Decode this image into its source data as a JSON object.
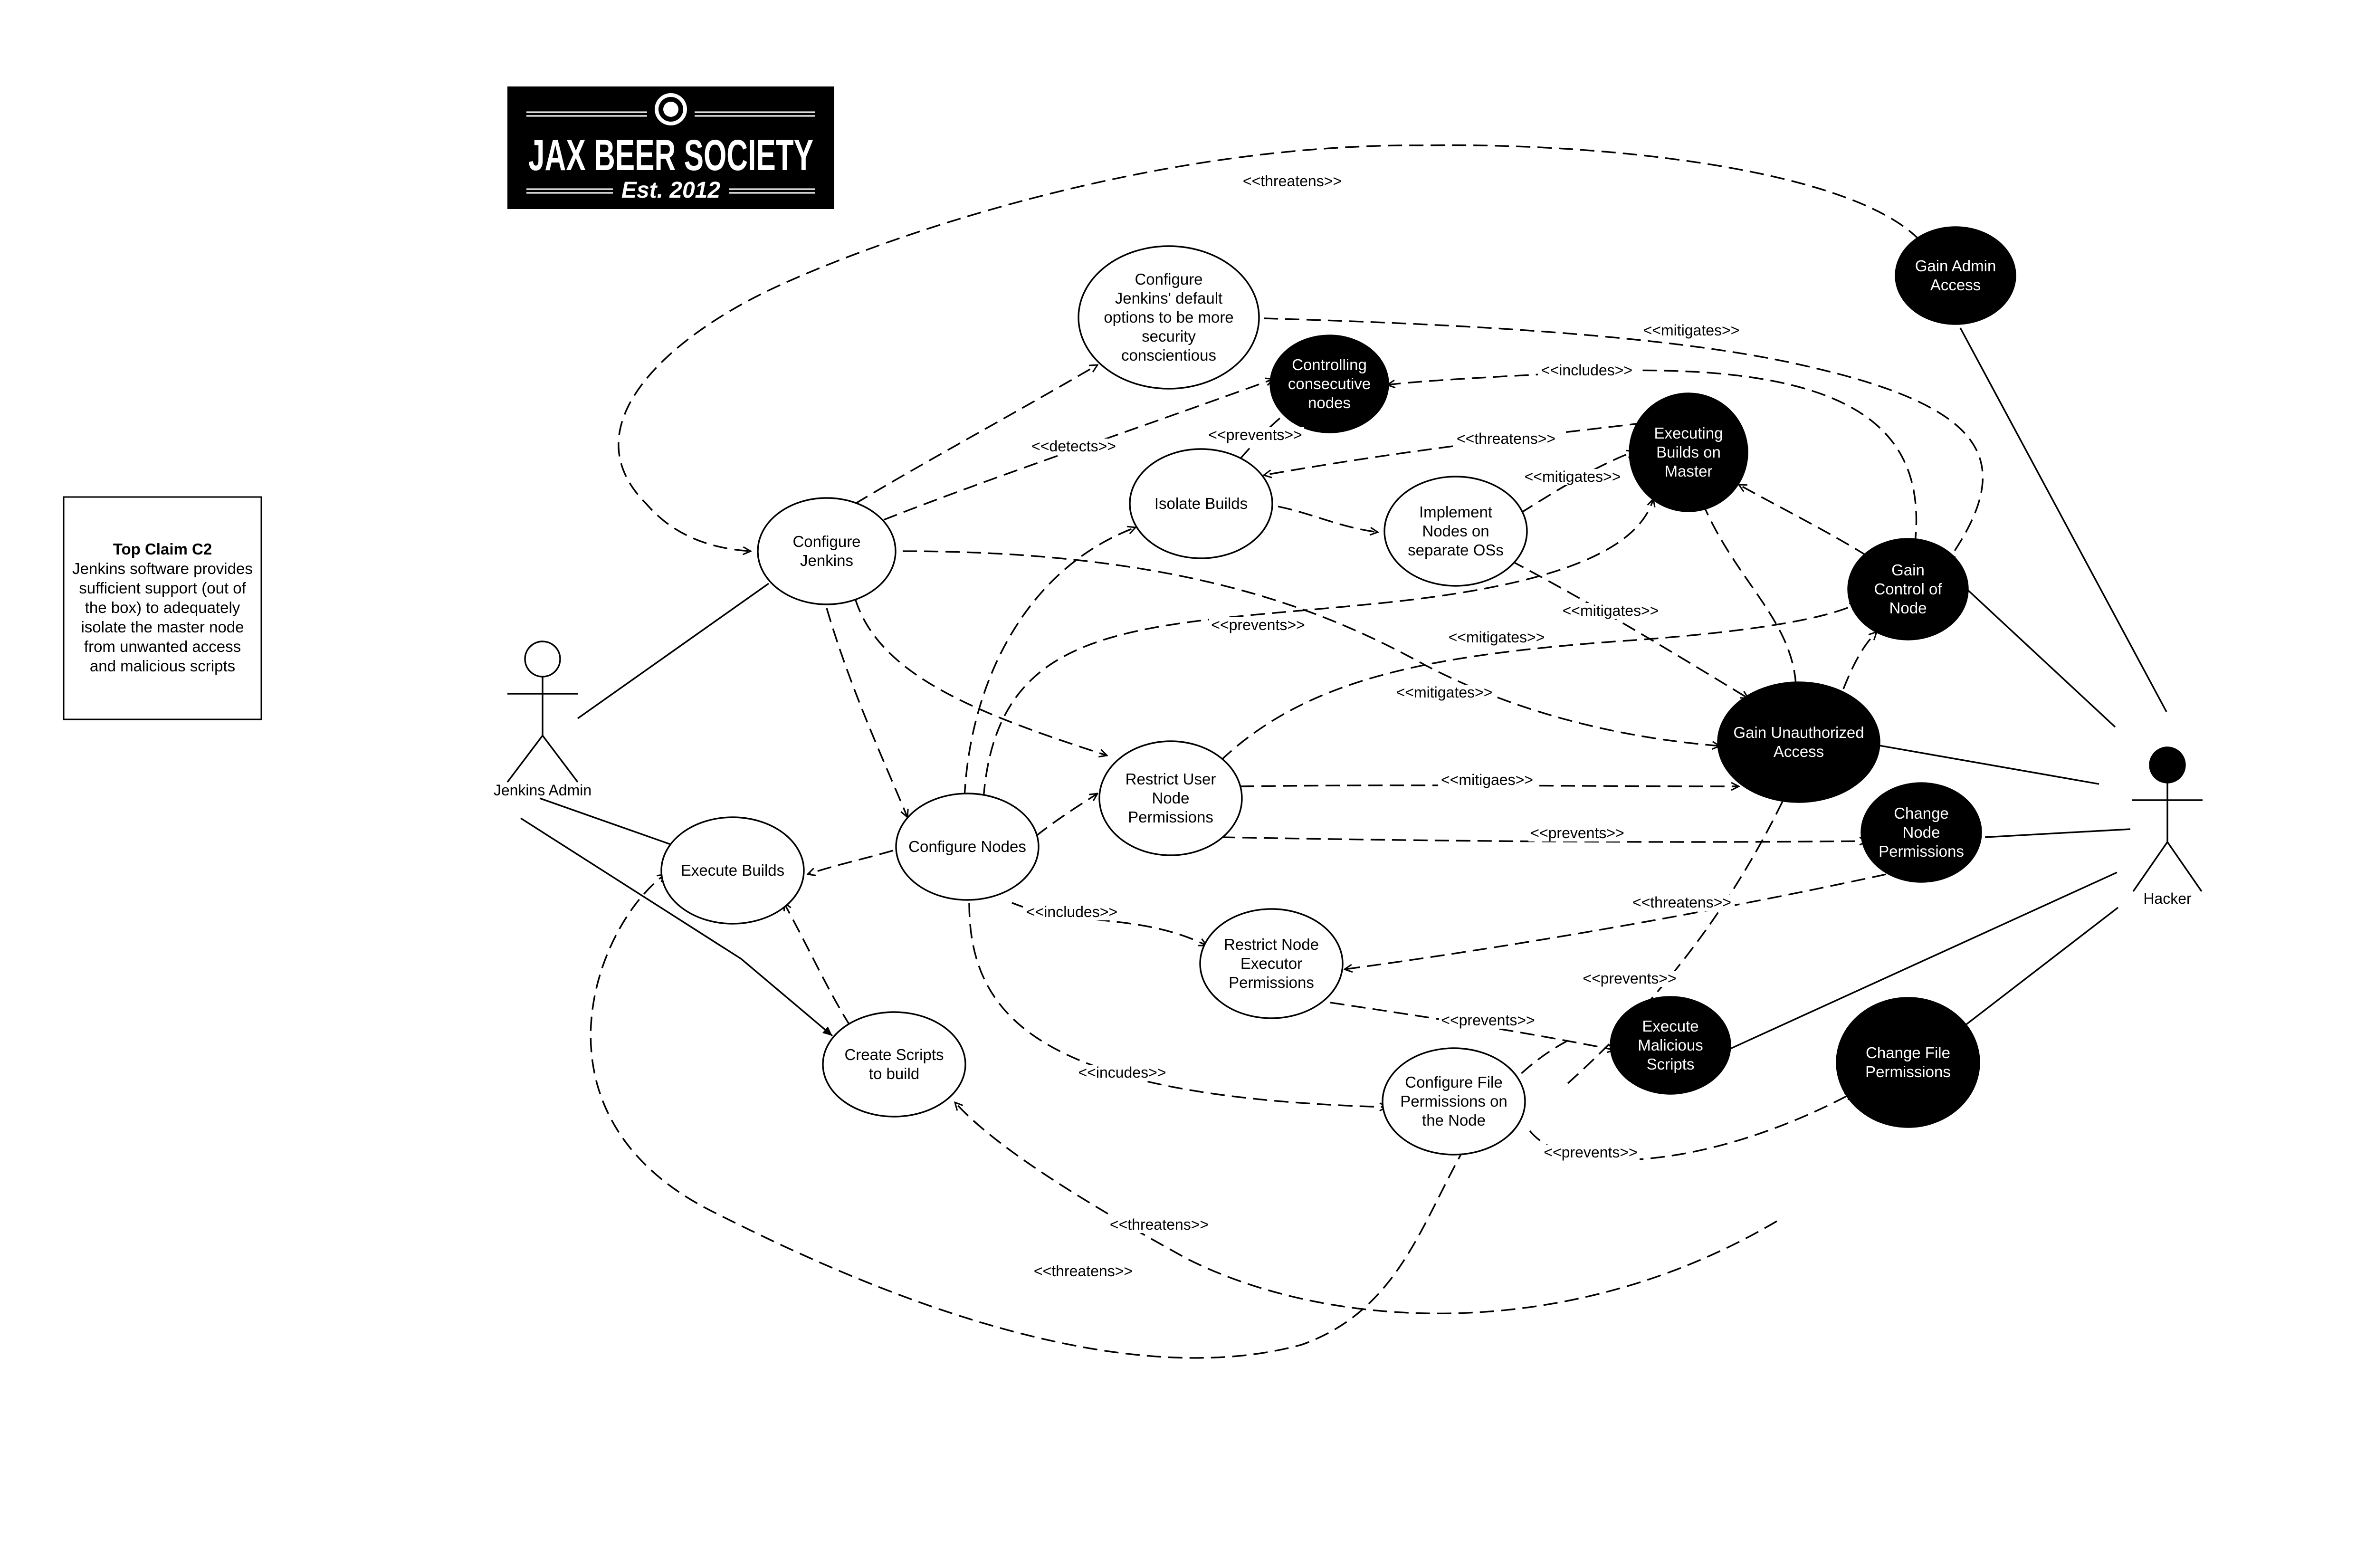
{
  "claim": {
    "title": "Top Claim C2",
    "lines": [
      "Jenkins software provides",
      "sufficient support (out of",
      "the box) to adequately",
      "isolate the master node",
      "from unwanted access",
      "and malicious scripts"
    ]
  },
  "logo": {
    "name": "JAX BEER SOCIETY",
    "tagline": "Est. 2012"
  },
  "actors": {
    "admin": {
      "label": "Jenkins Admin"
    },
    "hacker": {
      "label": "Hacker"
    }
  },
  "use_cases": {
    "configure_jenkins": [
      "Configure",
      "Jenkins"
    ],
    "configure_defaults": [
      "Configure",
      "Jenkins' default",
      "options to be more",
      "security",
      "conscientious"
    ],
    "isolate_builds": [
      "Isolate Builds"
    ],
    "implement_nodes": [
      "Implement",
      "Nodes on",
      "separate OSs"
    ],
    "restrict_user": [
      "Restrict User",
      "Node",
      "Permissions"
    ],
    "configure_nodes": [
      "Configure Nodes"
    ],
    "execute_builds": [
      "Execute Builds"
    ],
    "create_scripts": [
      "Create Scripts",
      "to build"
    ],
    "restrict_executor": [
      "Restrict Node",
      "Executor",
      "Permissions"
    ],
    "configure_file_perms": [
      "Configure File",
      "Permissions on",
      "the Node"
    ]
  },
  "threats": {
    "gain_admin": [
      "Gain Admin",
      "Access"
    ],
    "controlling_nodes": [
      "Controlling",
      "consecutive",
      "nodes"
    ],
    "executing_master": [
      "Executing",
      "Builds on",
      "Master"
    ],
    "gain_control": [
      "Gain",
      "Control of",
      "Node"
    ],
    "gain_unauth": [
      "Gain Unauthorized",
      "Access"
    ],
    "change_node_perms": [
      "Change",
      "Node",
      "Permissions"
    ],
    "execute_malicious": [
      "Execute",
      "Malicious",
      "Scripts"
    ],
    "change_file_perms": [
      "Change File",
      "Permissions"
    ]
  },
  "edge_labels": {
    "threatens_top": "<<threatens>>",
    "mitigates_defaults": "<<mitigates>>",
    "includes_controlling": "<<includes>>",
    "detects": "<<detects>>",
    "prevents_isolate": "<<prevents>>",
    "threatens_exec_master": "<<threatens>>",
    "mitigates_implement": "<<mitigates>>",
    "mitigates_implement_unauth": "<<mitigates>>",
    "prevents_nodes": "<<prevents>>",
    "mitigates_restrict_control": "<<mitigates>>",
    "mitigates_jenkins_unauth": "<<mitigates>>",
    "mitigaes": "<<mitigaes>>",
    "prevents_change_node": "<<prevents>>",
    "includes_executor": "<<includes>>",
    "threatens_executor": "<<threatens>>",
    "prevents_malicious_unauth": "<<prevents>>",
    "prevents_executor_malicious": "<<prevents>>",
    "incudes": "<<incudes>>",
    "prevents_file": "<<prevents>>",
    "threatens_scripts": "<<threatens>>",
    "threatens_builds": "<<threatens>>"
  }
}
